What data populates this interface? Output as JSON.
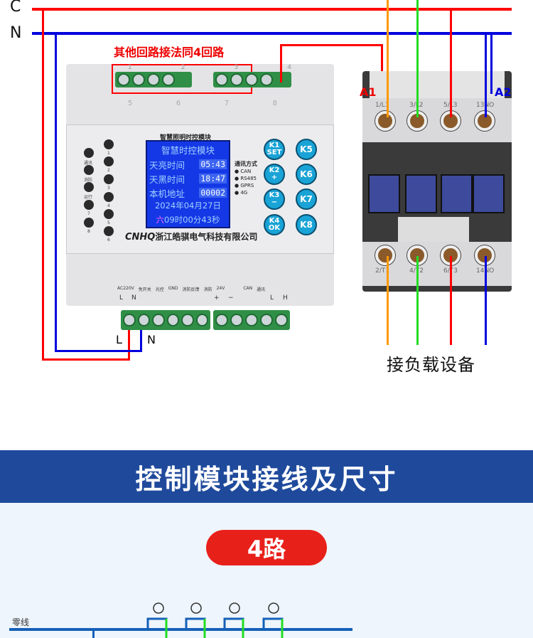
{
  "wiring": {
    "line_c": "C",
    "line_n": "N",
    "note": "其他回路接法同4回路",
    "power_l": "L",
    "power_n": "N",
    "load_label": "接负载设备",
    "coil_a1": "A1",
    "coil_a2": "A2",
    "colors": {
      "live": "#ff0000",
      "neutral": "#0000dd",
      "phase_a": "#ff9900",
      "phase_b": "#22dd22"
    }
  },
  "module": {
    "title": "智慧照明时控模块",
    "brand": "CNHQ",
    "company": "浙江皓骐电气科技有限公司",
    "top_terminals": [
      "1",
      "2",
      "3",
      "4"
    ],
    "top_terminals_lower": [
      "5",
      "6",
      "7",
      "8"
    ],
    "lcd": {
      "heading": "智慧时控模块",
      "rows": [
        {
          "label": "天亮时间",
          "value": "05:43"
        },
        {
          "label": "天黑时间",
          "value": "18:47"
        },
        {
          "label": "本机地址",
          "value": "00002"
        }
      ],
      "date": "2024年04月27日",
      "weekday": "六",
      "time": "09时00分43秒"
    },
    "status_leds": [
      "通讯",
      "消防",
      "运行",
      "7",
      "8"
    ],
    "channel_leds": [
      "1",
      "2",
      "3",
      "4",
      "5",
      "6"
    ],
    "comm": {
      "title": "通讯方式",
      "options": [
        "CAN",
        "RS485",
        "GPRS",
        "4G"
      ]
    },
    "keys": [
      {
        "top": "K1",
        "bottom": "SET"
      },
      {
        "top": "K2",
        "bottom": "+"
      },
      {
        "top": "K3",
        "bottom": "−"
      },
      {
        "top": "K4",
        "bottom": "OK"
      },
      {
        "top": "K5",
        "bottom": ""
      },
      {
        "top": "K6",
        "bottom": ""
      },
      {
        "top": "K7",
        "bottom": ""
      },
      {
        "top": "K8",
        "bottom": ""
      }
    ],
    "bottom_groups": [
      "AC220V",
      "免开关",
      "光控",
      "GND",
      "消防反馈",
      "消防",
      "24V",
      "CAN",
      "通讯"
    ],
    "bottom_pins": [
      "L",
      "N",
      "+",
      "−",
      "L",
      "H"
    ]
  },
  "contactor": {
    "top_labels": [
      "1/L1",
      "3/L2",
      "5/L3",
      "13NO"
    ],
    "bottom_labels": [
      "2/T1",
      "4/T2",
      "6/T3",
      "14NO"
    ]
  },
  "section": {
    "banner": "控制模块接线及尺寸",
    "pill": "4路",
    "neutral_label": "零线"
  }
}
